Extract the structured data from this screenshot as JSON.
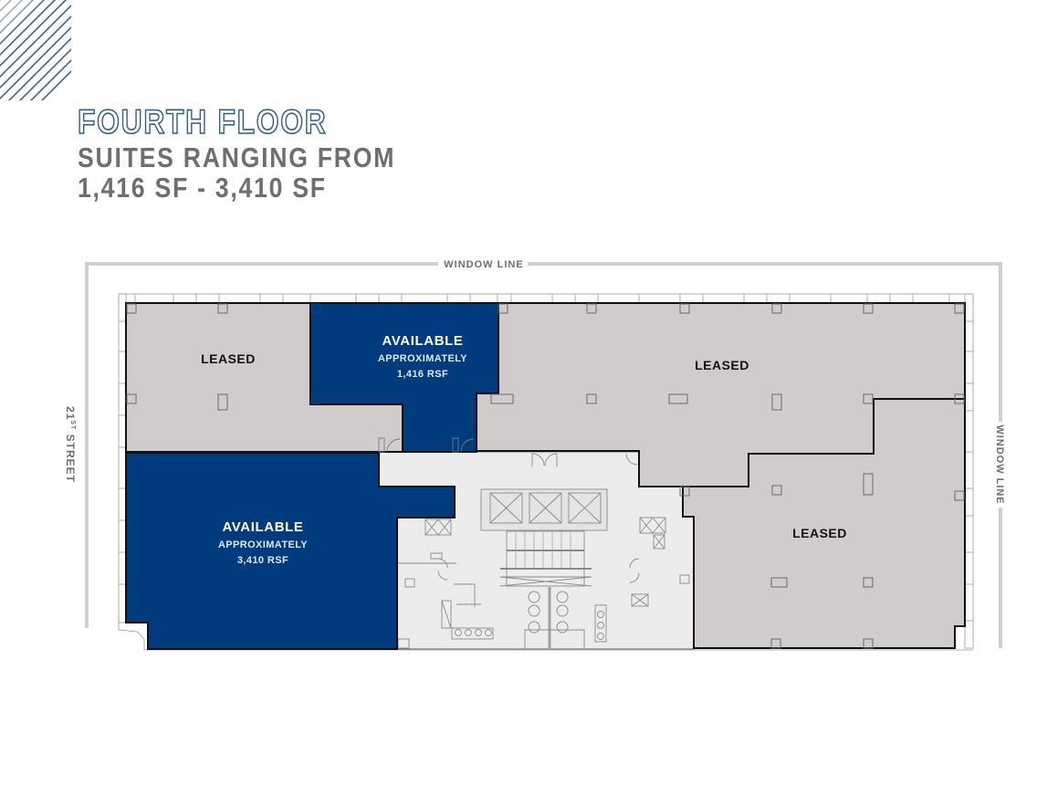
{
  "header": {
    "title": "FOURTH FLOOR",
    "subtitle_line1": "SUITES RANGING FROM",
    "subtitle_line2": "1,416 SF - 3,410 SF"
  },
  "orientation": {
    "top_label": "WINDOW LINE",
    "right_label": "WINDOW LINE",
    "left_label_main": "21",
    "left_label_sup": "ST",
    "left_label_rest": " STREET"
  },
  "suites": [
    {
      "id": "suite-top-left",
      "status": "LEASED"
    },
    {
      "id": "suite-top-middle",
      "status": "AVAILABLE",
      "approx_label": "APPROXIMATELY",
      "area": "1,416 RSF"
    },
    {
      "id": "suite-top-right",
      "status": "LEASED"
    },
    {
      "id": "suite-bottom-left",
      "status": "AVAILABLE",
      "approx_label": "APPROXIMATELY",
      "area": "3,410 RSF"
    },
    {
      "id": "suite-bottom-right",
      "status": "LEASED"
    }
  ],
  "colors": {
    "available": "#003b7e",
    "leased": "#d0cccc",
    "core": "#ececec",
    "title_outline": "#2f5d86",
    "subtitle_gray": "#6d6e71",
    "window_line_gray": "#cfcfcf"
  }
}
